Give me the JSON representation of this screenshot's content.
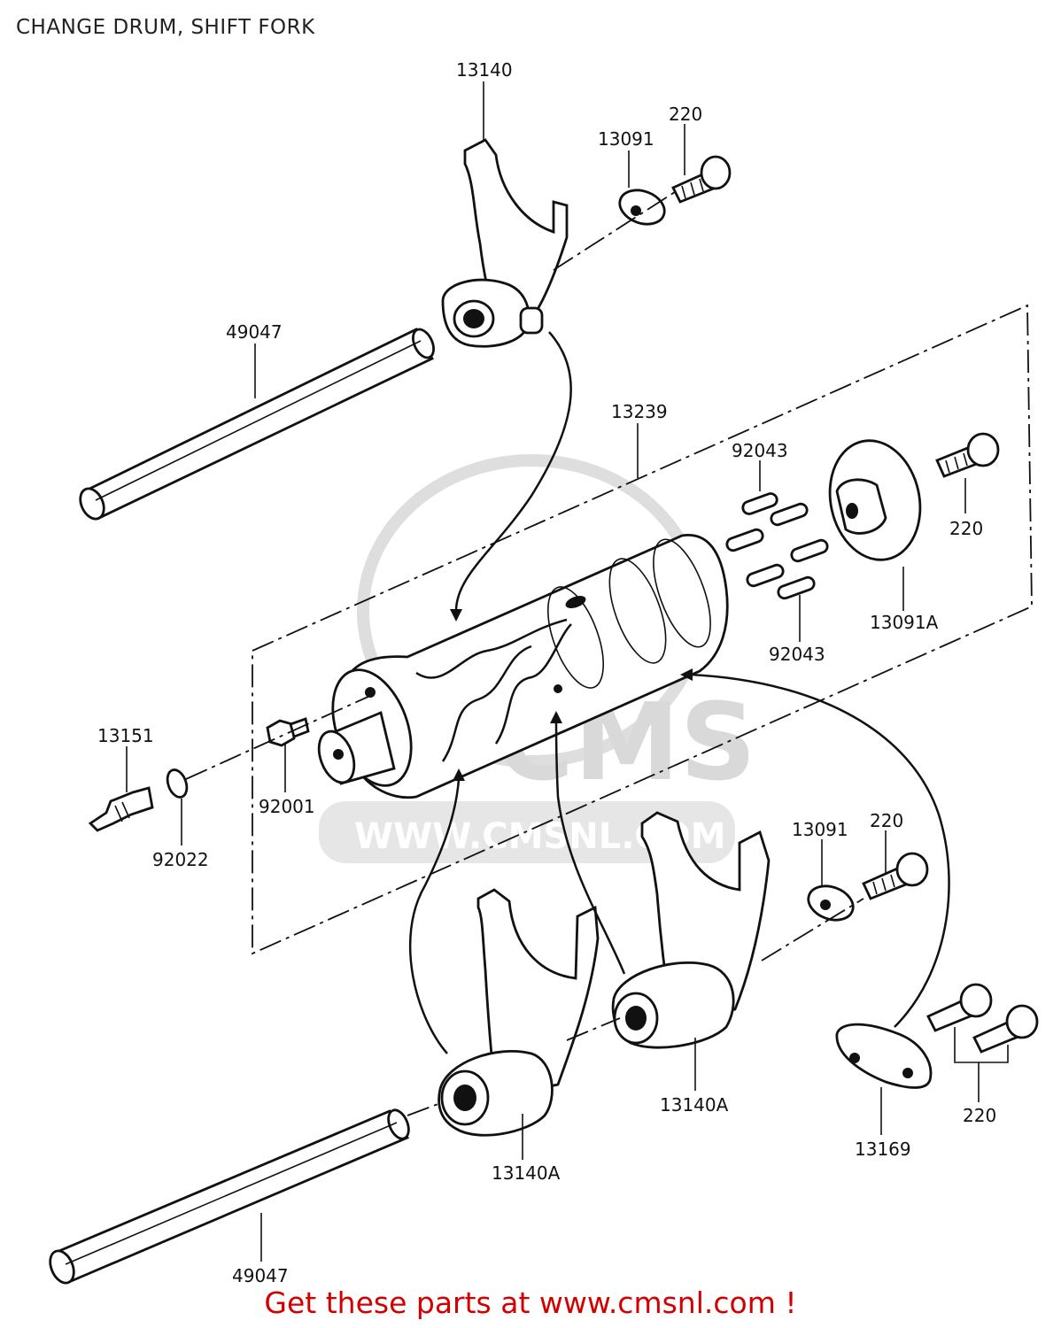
{
  "diagram": {
    "title": "CHANGE DRUM, SHIFT FORK",
    "footer": "Get these parts at www.cmsnl.com !",
    "watermark": {
      "brand": "CMS",
      "url": "WWW.CMSNL.COM"
    },
    "colors": {
      "footer": "#d40000",
      "line": "#111111",
      "watermark": "#d9d9d9"
    },
    "parts": {
      "fork_top": "13140",
      "washer_top": "13091",
      "bolt_top": "220",
      "shaft_top": "49047",
      "drum": "13239",
      "pin_top": "92043",
      "plate": "13091A",
      "bolt_plate": "220",
      "pin_bottom": "92043",
      "switch": "13151",
      "bolt_stopper": "92001",
      "washer_switch": "92022",
      "washer_lower": "13091",
      "bolt_lower": "220",
      "fork_mid": "13140A",
      "fork_low": "13140A",
      "holder": "13169",
      "bolts_holder": "220",
      "shaft_bottom": "49047"
    }
  }
}
